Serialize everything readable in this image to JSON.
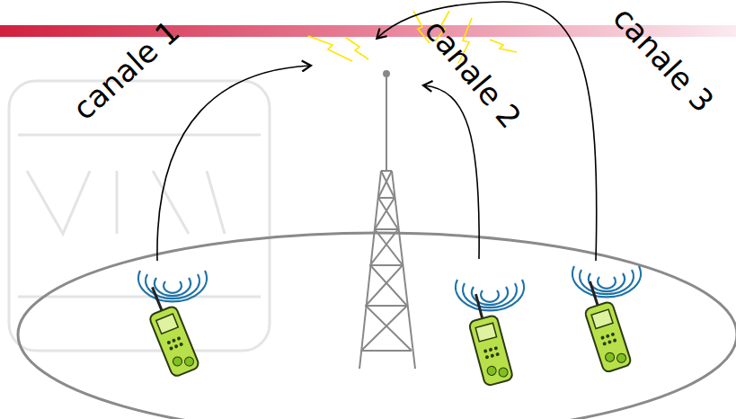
{
  "diagram": {
    "labels": [
      "canale 1",
      "canale 2",
      "canale 3"
    ]
  }
}
